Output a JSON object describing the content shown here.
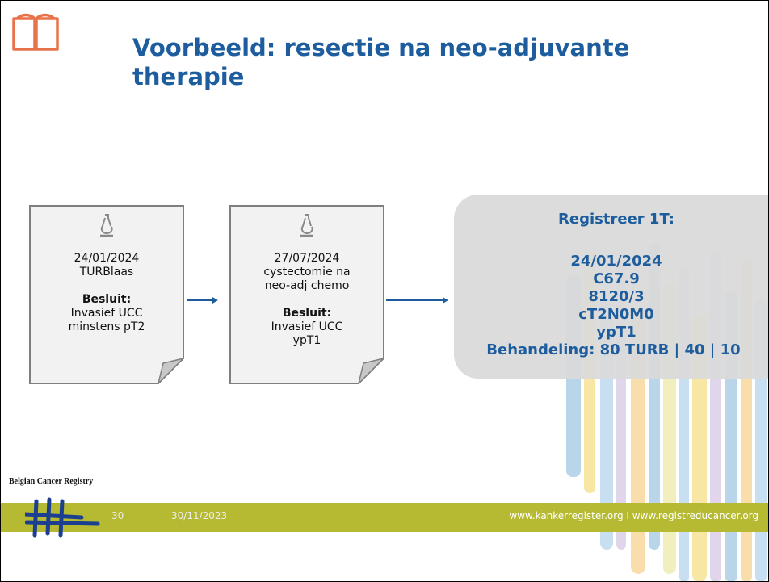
{
  "slide": {
    "title": "Voorbeeld: resectie na neo-adjuvante therapie",
    "icon": "open-book-icon"
  },
  "documents": [
    {
      "icon": "microscope-icon",
      "date": "24/01/2024",
      "lines": [
        "TURBlaas"
      ],
      "decision_label": "Besluit:",
      "decision": [
        "Invasief UCC",
        "minstens pT2"
      ]
    },
    {
      "icon": "microscope-icon",
      "date": "27/07/2024",
      "lines": [
        "cystectomie na",
        "neo-adj chemo"
      ],
      "decision_label": "Besluit:",
      "decision": [
        "Invasief UCC",
        "ypT1"
      ]
    }
  ],
  "registration": {
    "title": "Registreer 1T:",
    "lines": [
      "24/01/2024",
      "C67.9",
      "8120/3",
      "cT2N0M0",
      "ypT1",
      "Behandeling: 80 TURB | 40 | 10"
    ]
  },
  "footer": {
    "logo_text": "Belgian Cancer Registry",
    "page_number": "30",
    "date": "30/11/2023",
    "urls": "www.kankerregister.org  I  www.registreducancer.org"
  },
  "colors": {
    "title": "#1d5d9e",
    "arrow": "#1d5d9e",
    "footer_bar": "#b6ba32",
    "box": "#d9d9d9",
    "icon": "#e8734a"
  }
}
